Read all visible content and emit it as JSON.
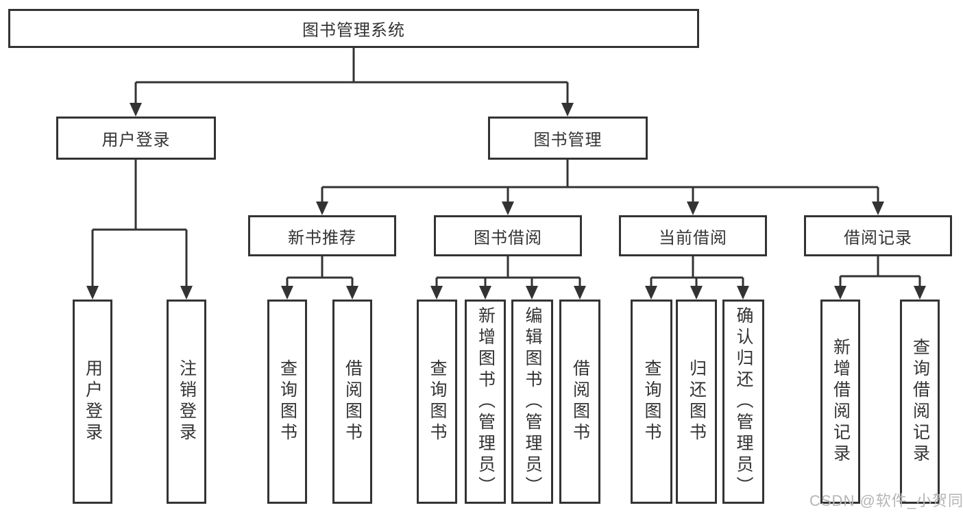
{
  "diagram": {
    "root": "图书管理系统",
    "level2": {
      "user_login": "用户登录",
      "book_management": "图书管理"
    },
    "level3": {
      "new_book": "新书推荐",
      "book_borrow": "图书借阅",
      "current_borrow": "当前借阅",
      "borrow_records": "借阅记录"
    },
    "leaves": {
      "user_login": [
        "用户登录",
        "注销登录"
      ],
      "new_book": [
        "查询图书",
        "借阅图书"
      ],
      "book_borrow": [
        "查询图书",
        "新增图书（管理员）",
        "编辑图书（管理员）",
        "借阅图书"
      ],
      "current_borrow": [
        "查询图书",
        "归还图书",
        "确认归还（管理员）"
      ],
      "borrow_records": [
        "新增借阅记录",
        "查询借阅记录"
      ]
    },
    "stroke_color": "#333333",
    "text_color": "#333333",
    "background_color": "#ffffff"
  },
  "watermark": {
    "text": "CSDN @软件_小贺同学",
    "color": "#b5b5b5"
  }
}
